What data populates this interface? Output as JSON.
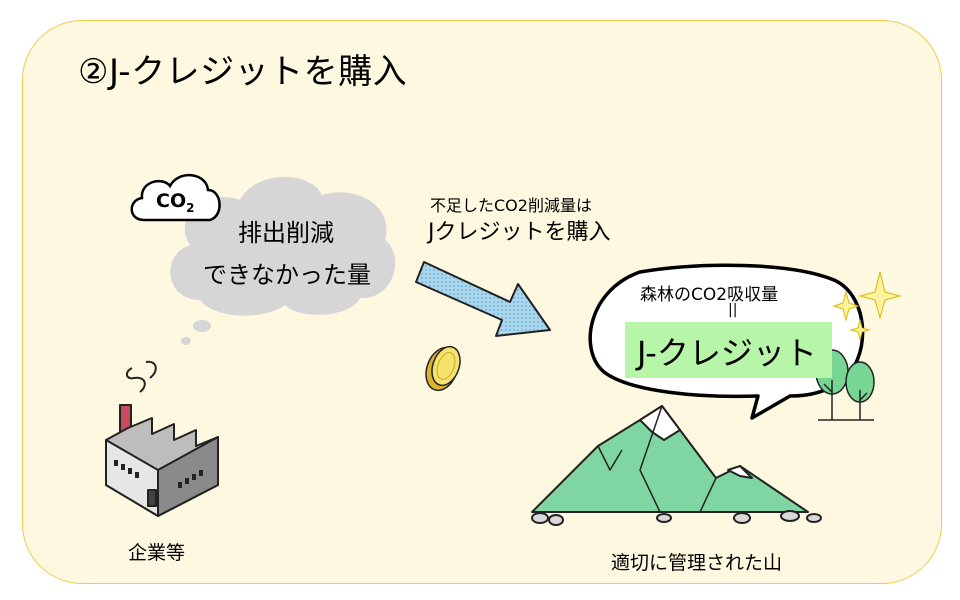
{
  "title": "②J-クレジットを購入",
  "cloud": {
    "line1": "排出削減",
    "line2": "できなかった量"
  },
  "co2_icon": {
    "text": "CO",
    "sub": "2"
  },
  "arrow_note": {
    "small": "不足したCO2削減量は",
    "large": "Jクレジットを購入"
  },
  "bubble": {
    "line1": "森林のCO2吸収量",
    "equals": "||",
    "credit": "J-クレジット"
  },
  "labels": {
    "company": "企業等",
    "mountain": "適切に管理された山"
  },
  "colors": {
    "panel_bg": "#fff8e1",
    "panel_border": "#f2c94c",
    "credit_box": "#b7f5a8",
    "mountain": "#7fd6a2",
    "arrow": "#a9d7ee",
    "coin": "#f5e36e"
  }
}
